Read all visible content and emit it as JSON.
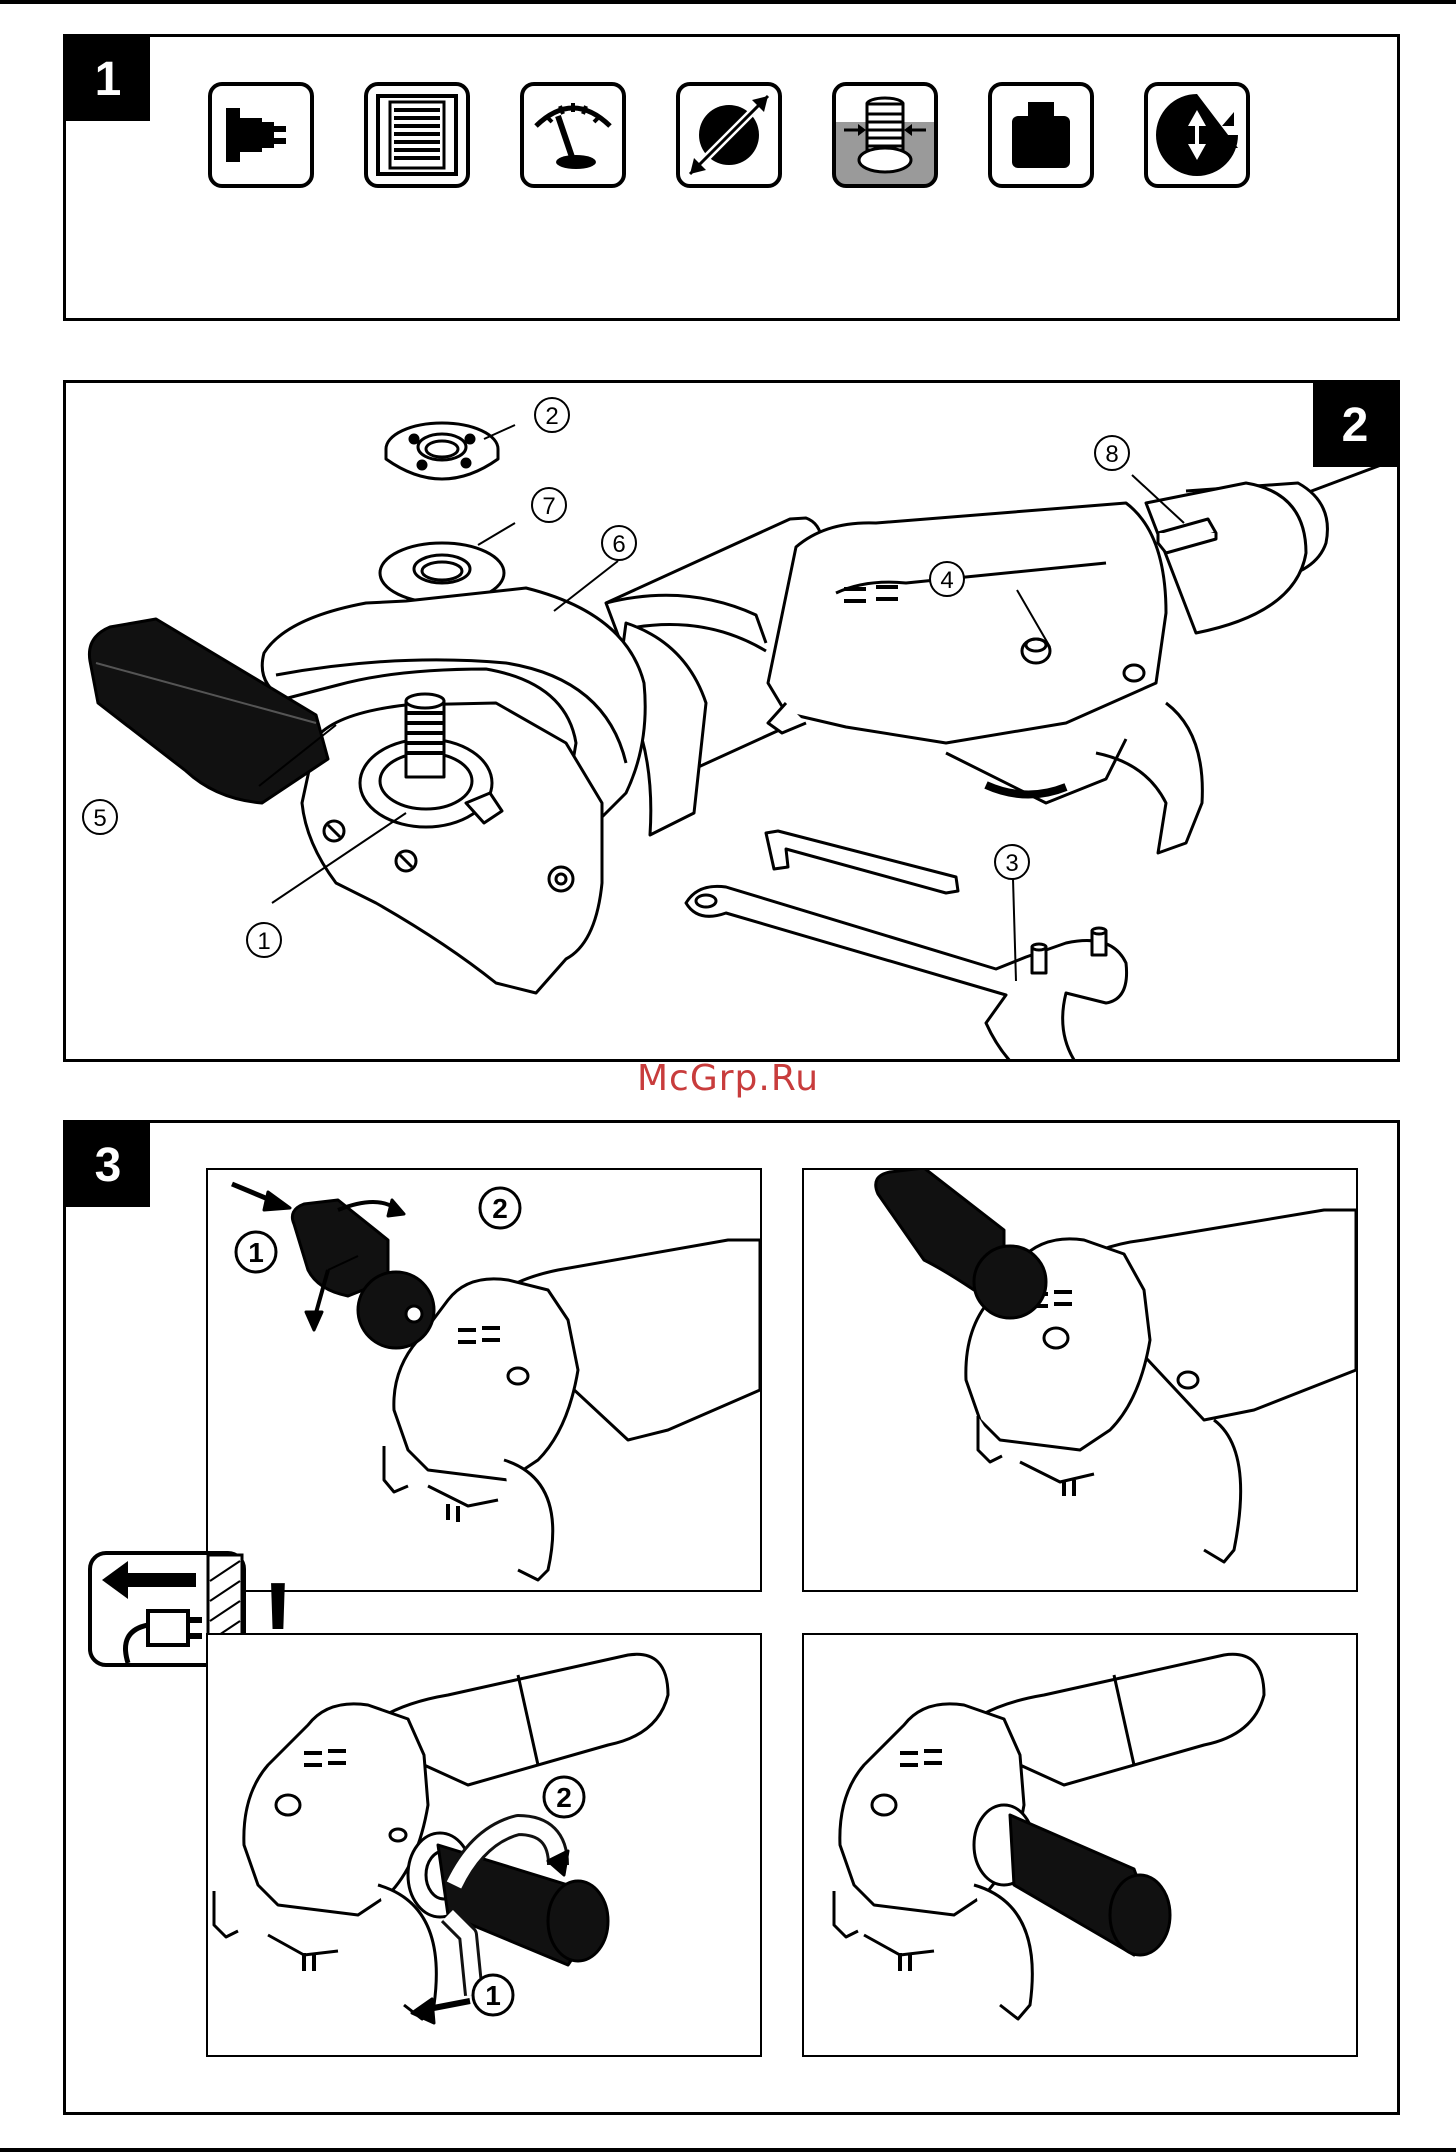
{
  "panel1": {
    "number": "1",
    "icons": [
      "plug-icon",
      "document-icon",
      "gauge-icon",
      "diameter-icon",
      "spindle-thread-icon",
      "weight-icon",
      "vibration-icon"
    ]
  },
  "panel2": {
    "number": "2",
    "callouts": [
      "1",
      "2",
      "3",
      "4",
      "5",
      "6",
      "7",
      "8"
    ]
  },
  "panel3": {
    "number": "3",
    "step_labels": [
      "1",
      "2",
      "1",
      "2"
    ],
    "warning_mark": "!"
  },
  "watermark": "McGrp.Ru"
}
